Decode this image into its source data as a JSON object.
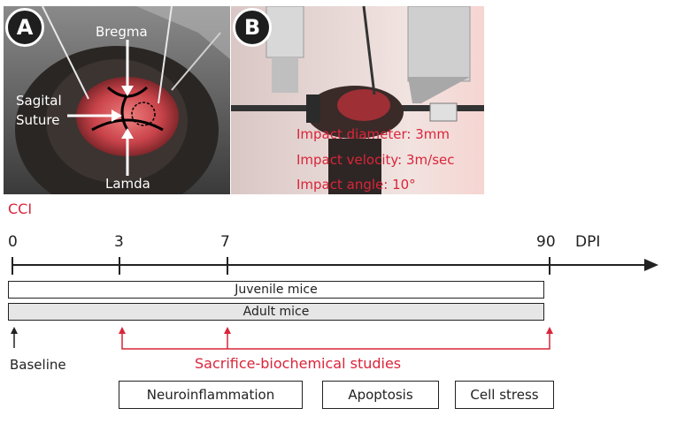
{
  "panels": {
    "a": {
      "badge": "A",
      "labels": {
        "bregma": "Bregma",
        "sagital_line1": "Sagital",
        "sagital_line2": "Suture",
        "lamda": "Lamda"
      }
    },
    "b": {
      "badge": "B",
      "impact_lines": [
        "Impact diameter: 3mm",
        "Impact velocity: 3m/sec",
        "Impact angle: 10°"
      ]
    }
  },
  "cci_label": "CCI",
  "timeline": {
    "unit": "DPI",
    "points": [
      "0",
      "3",
      "7",
      "90"
    ],
    "bars": [
      {
        "label": "Juvenile mice",
        "fill": "#ffffff"
      },
      {
        "label": "Adult mice",
        "fill": "#e6e6e6"
      }
    ],
    "baseline_label": "Baseline",
    "sacrifice_label": "Sacrifice-biochemical studies",
    "studies": [
      "Neuroinflammation",
      "Apoptosis",
      "Cell stress"
    ]
  },
  "colors": {
    "accent_red": "#d9253a",
    "line": "#222222"
  }
}
